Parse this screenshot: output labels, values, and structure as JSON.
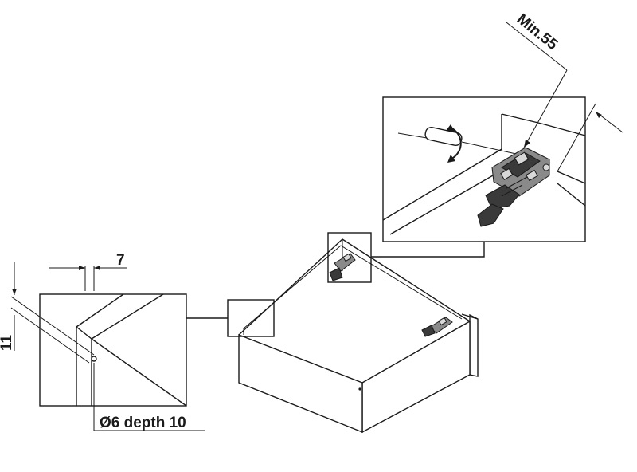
{
  "dimensions": {
    "gap_width": "7",
    "edge_offset": "11",
    "hole_spec": "Ø6 depth 10",
    "min_distance": "Min.55"
  },
  "icons": {
    "screwdriver": "screwdriver-icon",
    "rotation_arrow": "rotate-arrow-icon",
    "mounting_clip": "drawer-clip-icon"
  }
}
